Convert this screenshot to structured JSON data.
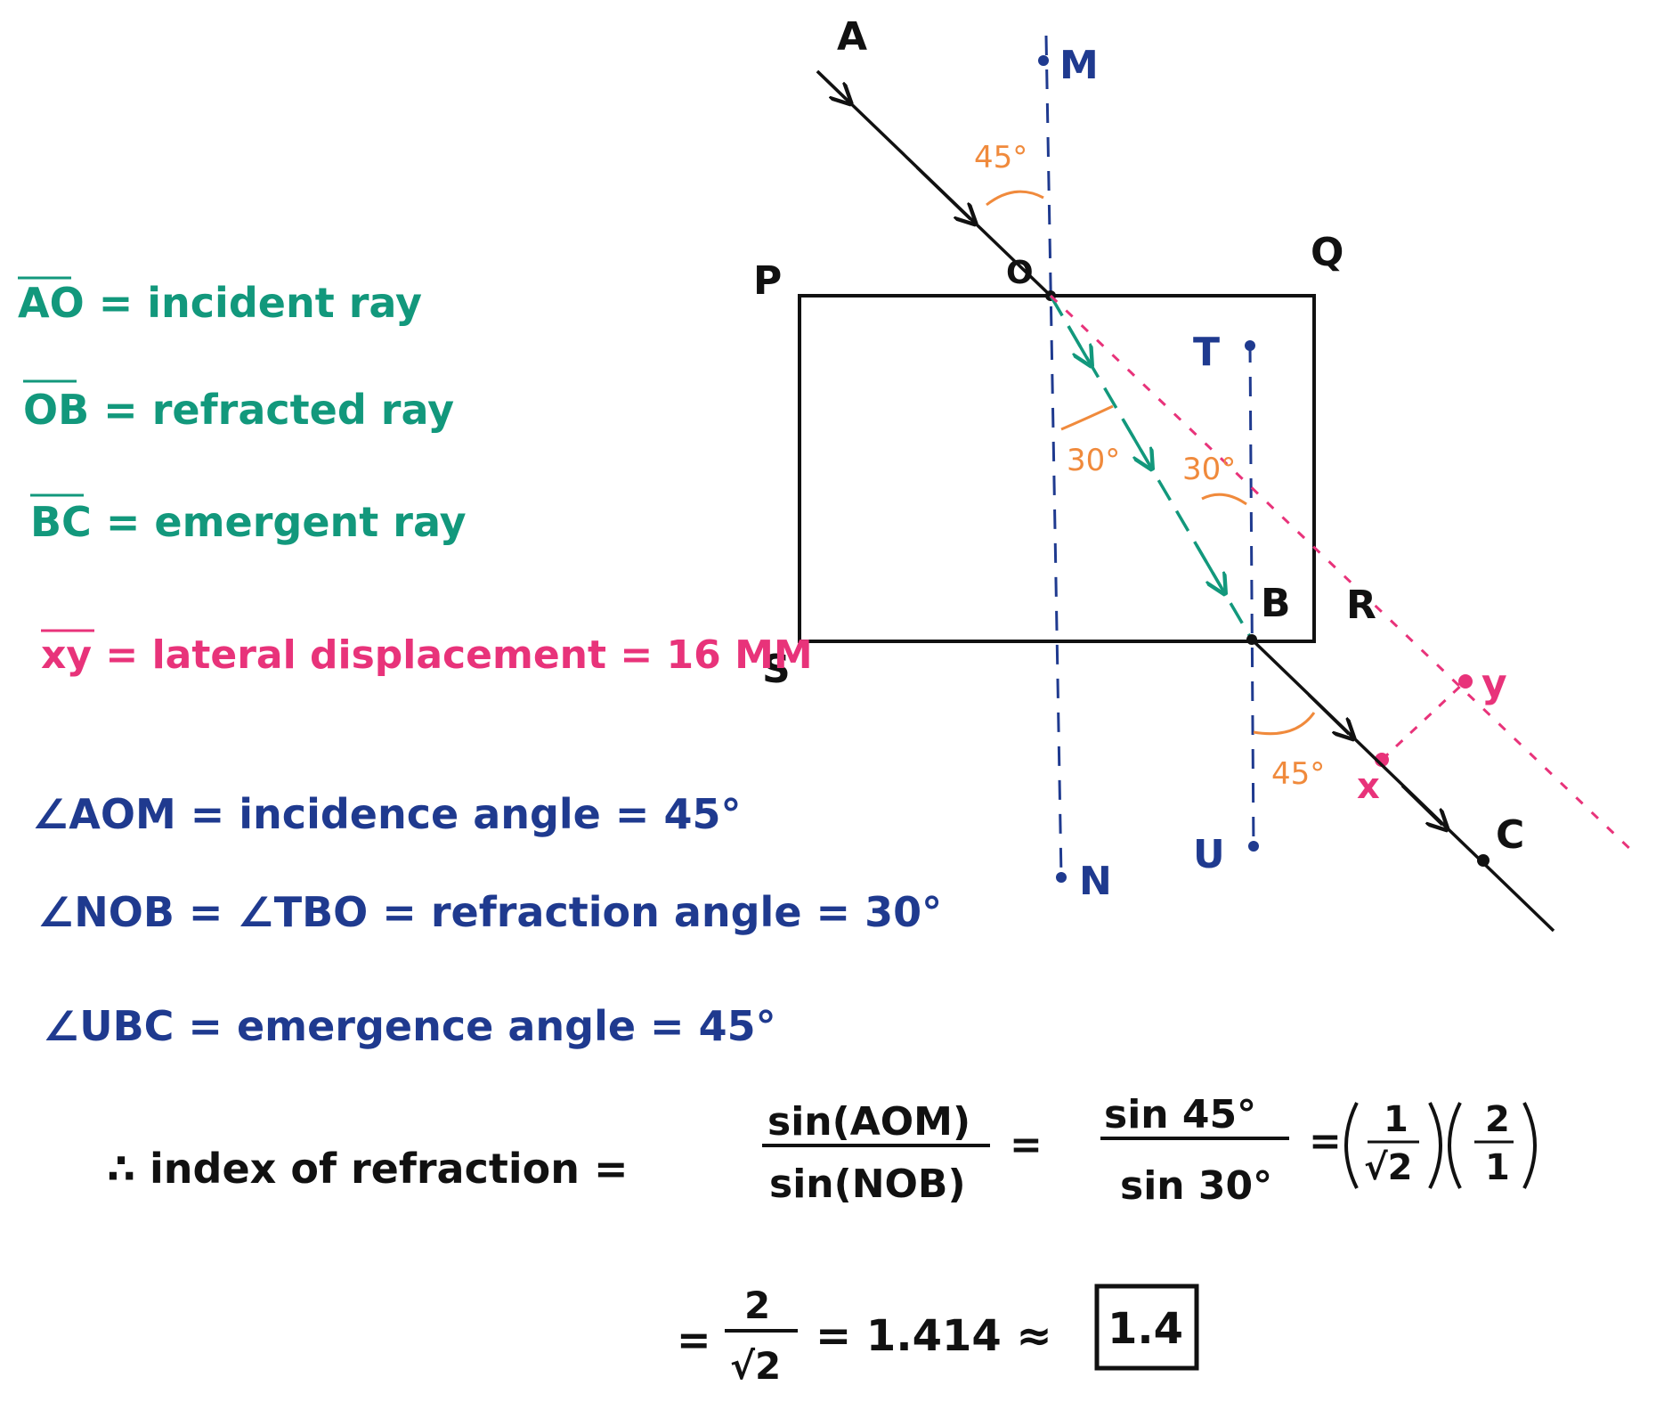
{
  "colors": {
    "ink": "#111111",
    "normal": "#1f3a8f",
    "refracted": "#12987c",
    "displacement": "#e8337a",
    "angle": "#f08a3c"
  },
  "labels": {
    "A": "A",
    "M": "M",
    "P": "P",
    "Q": "Q",
    "O": "O",
    "T": "T",
    "B": "B",
    "R": "R",
    "S": "S",
    "Y": "y",
    "X": "x",
    "U": "U",
    "N": "N",
    "C": "C"
  },
  "angles": {
    "incident": "45°",
    "refracted_left": "30°",
    "refracted_right": "30°",
    "emergent": "45°"
  },
  "legend": {
    "ao": "AO = incident ray",
    "ob": "OB = refracted ray",
    "bc": "BC = emergent ray",
    "xy": "xy = lateral displacement = 16 MM"
  },
  "relations": {
    "aom": "∠AOM = incidence angle = 45°",
    "nob": "∠NOB = ∠TBO = refraction angle = 30°",
    "ubc": "∠UBC = emergence angle = 45°"
  },
  "calc": {
    "lead": "∴ index of refraction =",
    "num1": "sin(AOM)",
    "den1": "sin(NOB)",
    "eq1": "=",
    "num2": "sin 45°",
    "den2": "sin 30°",
    "eq2": "=",
    "paren1_num": "1",
    "paren1_den": "√2",
    "paren2_num": "2",
    "paren2_den": "1",
    "line2_eq": "=",
    "line2_num": "2",
    "line2_den": "√2",
    "line2_value": "= 1.414 ≈",
    "answer": "1.4"
  }
}
